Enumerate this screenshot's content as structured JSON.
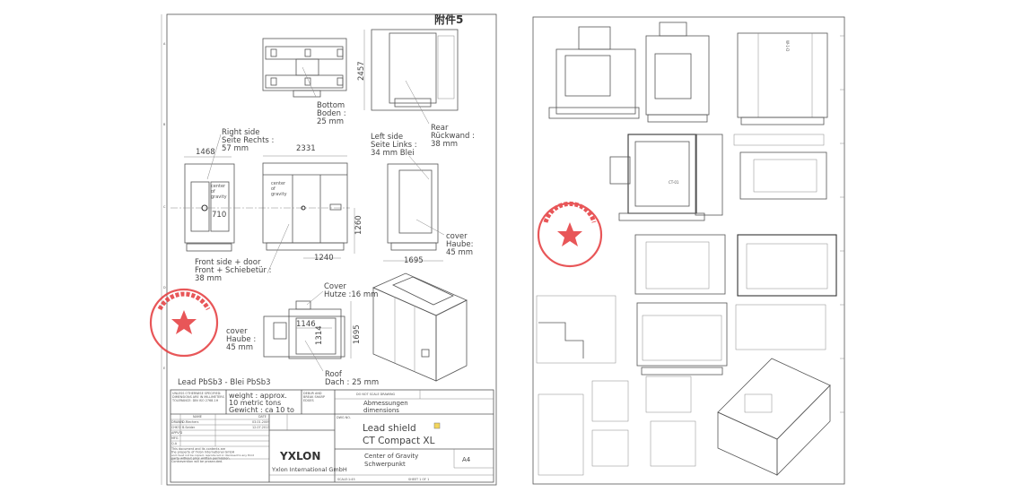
{
  "left_sheet": {
    "annex_label": "附件5",
    "views": {
      "bottom": [
        "Bottom",
        "Boden :",
        "25 mm"
      ],
      "rear": [
        "Rear",
        "Rückwand :",
        "38 mm"
      ],
      "right_side": [
        "Right side",
        "Seite Rechts :",
        "57 mm"
      ],
      "left_side": [
        "Left side",
        "Seite Links :",
        "34 mm Blei"
      ],
      "cover_side": [
        "cover",
        "Haube:",
        "45 mm"
      ],
      "front": [
        "Front side + door",
        "Front + Schiebetür :",
        "38 mm"
      ],
      "cover_top": [
        "Cover",
        "Hutze :16 mm"
      ],
      "cover_top_left": [
        "cover",
        "Haube :",
        "45 mm"
      ],
      "roof": [
        "Roof",
        "Dach : 25 mm"
      ],
      "cog_left": [
        "center",
        "of",
        "gravity"
      ],
      "cog_front": [
        "center",
        "of",
        "gravity"
      ]
    },
    "dimensions": {
      "height_rear": "2457",
      "width_right": "1468",
      "width_front": "2331",
      "cog_right": "710",
      "cog_height": "1260",
      "cog_front": "1240",
      "depth_left": "1695",
      "roof_inner_w": "1146",
      "roof_inner_h": "1314",
      "roof_depth": "1695"
    },
    "material": "Lead PbSb3  -  Blei PbSb3",
    "title_block": {
      "tolerance_note": [
        "UNLESS OTHERWISE SPECIFIED:",
        "DIMENSIONS ARE IN MILLIMETERS",
        "TOLERANCE:    DIN ISO 2768-1H"
      ],
      "weight": [
        "weight : approx.",
        "10 metric tons",
        "Gewicht : ca 10 to"
      ],
      "deburr": [
        "DEBUR AND",
        "BREAK SHARP",
        "EDGES"
      ],
      "no_scale": "DO NOT SCALE DRAWING",
      "title_de": "Abmessungen",
      "title_en": "dimensions",
      "name_header": "NAME",
      "date_header": "DATE",
      "rows": [
        {
          "role": "DRAWN",
          "name": "D.Riechers",
          "date": "03.01.2009"
        },
        {
          "role": "CHK'D",
          "name": "B.Seider",
          "date": "12.07.2013"
        },
        {
          "role": "APPV'D",
          "name": "",
          "date": ""
        },
        {
          "role": "MFG",
          "name": "",
          "date": ""
        },
        {
          "role": "Q.A",
          "name": "",
          "date": ""
        }
      ],
      "copyright": [
        "This document and its contents are",
        "the property of Yxlon International GmbH",
        "and must not be copied, reproduced or disclosed to any third",
        "party without prior written permission.",
        "Contravention will be prosecuted."
      ],
      "company_logo": "YXLON",
      "company_name": "Yxlon International GmbH",
      "dwg_no_label": "DWG NO.",
      "product_line1": "Lead shield",
      "product_line2": "CT Compact XL",
      "subject_en": "Center of Gravity",
      "subject_de": "Schwerpunkt",
      "format": "A4",
      "scale": "SCALE:1:45",
      "sheet": "SHEET 1 OF 1"
    },
    "row_markers": [
      "A",
      "B",
      "C",
      "D",
      "E"
    ]
  },
  "right_sheet": {
    "labels": [
      "W-1-D",
      "CT-01"
    ]
  },
  "colors": {
    "stamp": "#e4393c",
    "ink": "#444444"
  }
}
